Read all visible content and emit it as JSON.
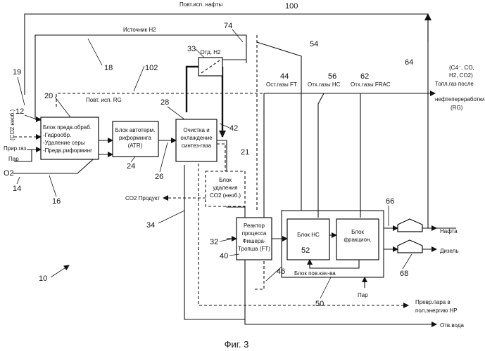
{
  "figure": {
    "caption": "Фиг. 3",
    "system_ref": "10",
    "refs": {
      "r12": "12",
      "r14": "14",
      "r16": "16",
      "r18": "18",
      "r19": "19",
      "r20": "20",
      "r21": "21",
      "r24": "24",
      "r26": "26",
      "r28": "28",
      "r32": "32",
      "r33": "33",
      "r34": "34",
      "r40": "40",
      "r42": "42",
      "r44": "44",
      "r46": "46",
      "r50": "50",
      "r52": "52",
      "r54": "54",
      "r56": "56",
      "r62": "62",
      "r64": "64",
      "r66": "66",
      "r68": "68",
      "r74": "74",
      "r100": "100",
      "r102": "102"
    }
  },
  "blocks": {
    "pretreatment": {
      "lines": [
        "Блок предв.обраб.",
        "-Гидрообр.",
        "-Удаление серы",
        "-Предв.риформинг"
      ]
    },
    "atr": {
      "lines": [
        "Блок автотерм.",
        "риформинга",
        "(ATR)"
      ]
    },
    "cleanup": {
      "lines": [
        "Очистка и",
        "охлаждение",
        "синтез-газа"
      ]
    },
    "h2_separator": {
      "label": "Отд. H2"
    },
    "co2_removal": {
      "lines": [
        "Блок",
        "удаления",
        "CO2 (необ.)"
      ]
    },
    "ft_reactor": {
      "lines": [
        "Реактор",
        "процесса",
        "Фишера-",
        "Тропша (FT)"
      ]
    },
    "hc_unit": {
      "label": "Блок НС"
    },
    "fractionator": {
      "lines": [
        "Блок",
        "фракцион."
      ]
    },
    "upgrading_unit": {
      "label": "Блок пов.кач-ва"
    }
  },
  "streams": {
    "oil_recycle": "Повт.исп. нафты",
    "h2_source": "Источник H2",
    "rg_recycle": "Повт. исп. RG",
    "co2_optional": "(CO2 необ.)",
    "natural_gas": "Прир.газ",
    "steam": "Пар",
    "oxygen": "O2",
    "co2_product": "CO2 Продукт",
    "ft_tail_gas": "Ост.газы FT",
    "hc_tail_gas": "Отх.газы НС",
    "frac_tail_gas": "Отх.газы FRAC",
    "fuel_gas_line1": "Топл.газ после",
    "fuel_gas_line2": "нефтепереработки",
    "fuel_gas_line3": "(RG)",
    "fuel_gas_components_line1": "(C4⁻, CO,",
    "fuel_gas_components_line2": "H2, CO2)",
    "naphtha": "Нафта",
    "diesel": "Дизель",
    "upgrading_steam": "Пар",
    "steam_conversion_line1": "Превр.пара в",
    "steam_conversion_line2": "пол.энергию НР",
    "waste_water": "Отв.вода"
  }
}
